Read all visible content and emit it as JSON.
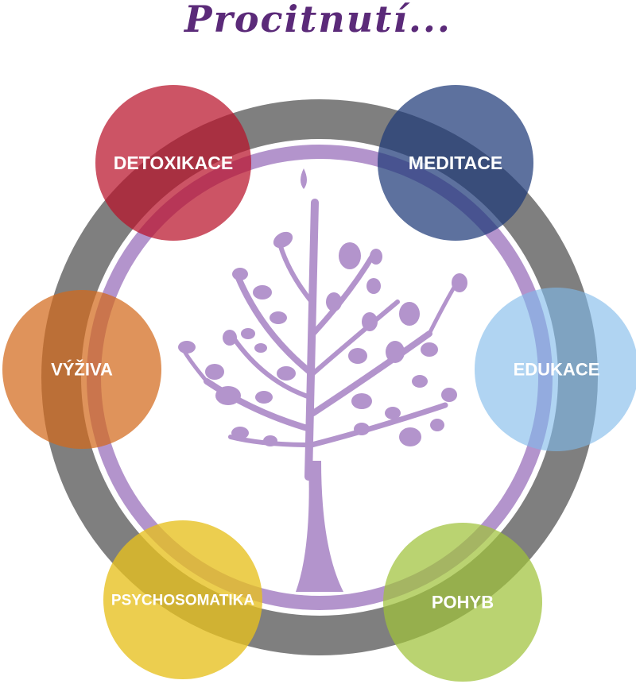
{
  "title": "Procitnutí...",
  "nodes": [
    {
      "id": "detoxikace",
      "label": "DETOXIKACE",
      "color": "#b9122a"
    },
    {
      "id": "meditace",
      "label": "MEDITACE",
      "color": "#1f3a78"
    },
    {
      "id": "vyziva",
      "label": "VÝŽIVA",
      "color": "#d36a1c"
    },
    {
      "id": "edukace",
      "label": "EDUKACE",
      "color": "#7fb9ea"
    },
    {
      "id": "psychosomatika",
      "label": "PSYCHOSOMATIKA",
      "color": "#e7c01e"
    },
    {
      "id": "pohyb",
      "label": "POHYB",
      "color": "#9fc23a"
    }
  ],
  "colors": {
    "title": "#5b2a79",
    "outer_ring": "#7f7f7f",
    "inner_ring": "#b394cc",
    "tree": "#b394cc"
  }
}
